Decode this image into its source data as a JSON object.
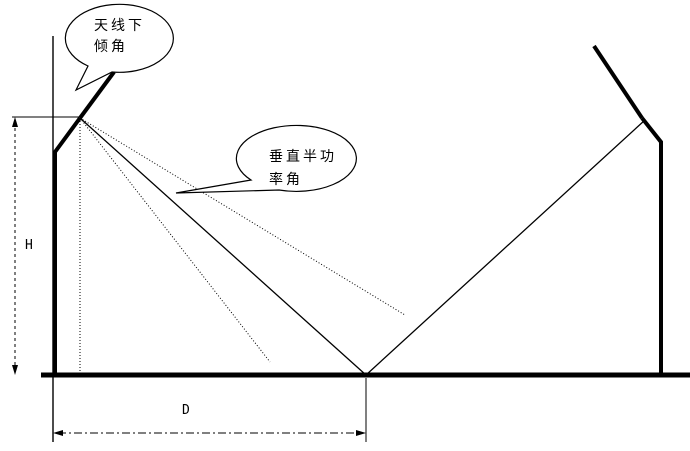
{
  "callouts": {
    "tilt": {
      "line1": "天线下",
      "line2": "倾角"
    },
    "vertical_beam": {
      "line1": "垂直半功",
      "line2": "率角"
    }
  },
  "dimensions": {
    "height_label": "H",
    "distance_label": "D"
  }
}
